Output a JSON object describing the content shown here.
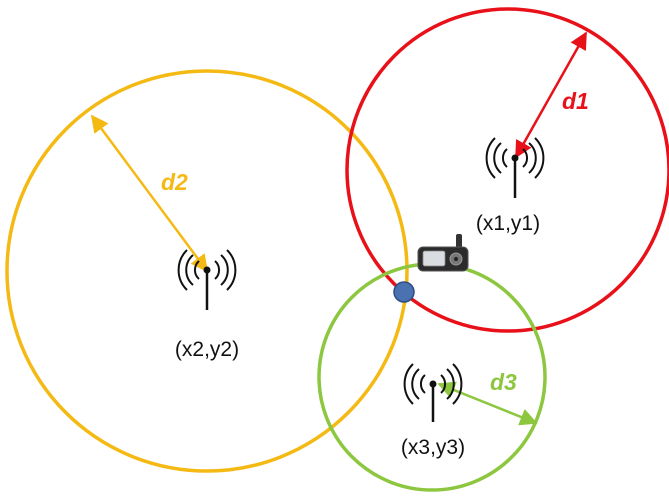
{
  "diagram": {
    "colors": {
      "circle_1": "#E8111A",
      "circle_2": "#F5B914",
      "circle_3": "#8DC63F",
      "intersection": "#4A72B0",
      "antenna": "#111111"
    },
    "stations": [
      {
        "id": "station-1",
        "coord_label": "(x1,y1)",
        "distance_label": "d1",
        "icon": "antenna-icon"
      },
      {
        "id": "station-2",
        "coord_label": "(x2,y2)",
        "distance_label": "d2",
        "icon": "antenna-icon"
      },
      {
        "id": "station-3",
        "coord_label": "(x3,y3)",
        "distance_label": "d3",
        "icon": "antenna-icon"
      }
    ],
    "receiver_icon": "gps-device-icon",
    "intersection_marker": "position-dot"
  }
}
